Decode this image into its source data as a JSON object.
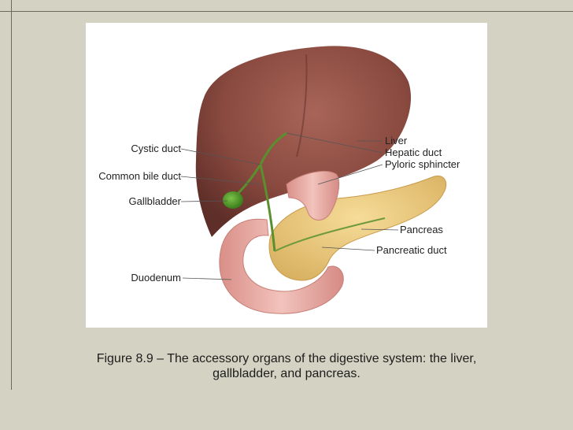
{
  "labels": {
    "cystic_duct": "Cystic duct",
    "common_bile_duct": "Common bile duct",
    "gallbladder": "Gallbladder",
    "duodenum": "Duodenum",
    "liver": "Liver",
    "hepatic_duct": "Hepatic duct",
    "pyloric_sphincter": "Pyloric sphincter",
    "pancreas": "Pancreas",
    "pancreatic_duct": "Pancreatic duct"
  },
  "caption": {
    "line1": "Figure 8.9 – The accessory organs of the digestive system: the liver,",
    "line2": "gallbladder, and pancreas."
  },
  "colors": {
    "background": "#d4d3c3",
    "liver": "#8a4a40",
    "gallbladder": "#4f9a2a",
    "pancreas": "#e8c77a",
    "duodenum": "#e6a7a0"
  }
}
